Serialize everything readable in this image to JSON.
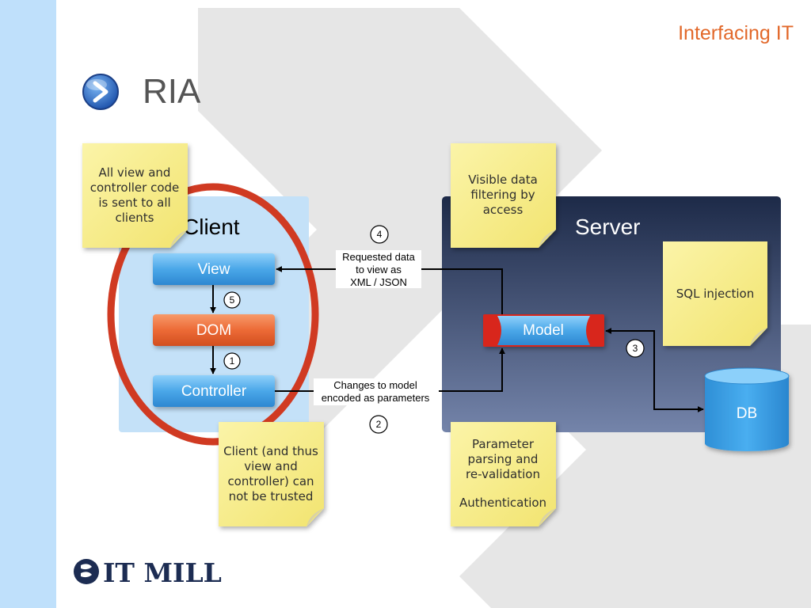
{
  "header": {
    "brand_tagline": "Interfacing IT",
    "title": "RIA"
  },
  "footer": {
    "logo_text": "IT MILL"
  },
  "colors": {
    "sidebar": "#bfe0fb",
    "accent_orange": "#e2682a",
    "title_gray": "#555555",
    "client_panel": "#c4e1f8",
    "server_panel": "#243454",
    "blue_box": "#3d9be0",
    "dom_box": "#ea5f2e",
    "model_red": "#d8261d",
    "note_yellow": "#f8ef8a",
    "client_oval": "#d03a22",
    "logo_navy": "#1c2c52"
  },
  "diagram": {
    "client": {
      "title": "Client",
      "boxes": {
        "view": "View",
        "dom": "DOM",
        "controller": "Controller"
      }
    },
    "server": {
      "title": "Server",
      "model": "Model",
      "db": "DB"
    },
    "steps": [
      "1",
      "2",
      "3",
      "4",
      "5"
    ],
    "edge_labels": {
      "requested_data": [
        "Requested data",
        "to view as",
        "XML / JSON"
      ],
      "changes_to_model": [
        "Changes to model",
        "encoded as parameters"
      ]
    },
    "notes": {
      "client_code": [
        "All view and",
        "controller code",
        "is sent to all",
        "clients"
      ],
      "visible_data": [
        "Visible data",
        "filtering by",
        "access"
      ],
      "sql_injection": [
        "SQL injection"
      ],
      "not_trusted": [
        "Client (and thus",
        "view and",
        "controller) can",
        "not be trusted"
      ],
      "param_parsing": [
        "Parameter",
        "parsing and",
        "re-validation",
        "",
        "Authentication"
      ]
    }
  }
}
